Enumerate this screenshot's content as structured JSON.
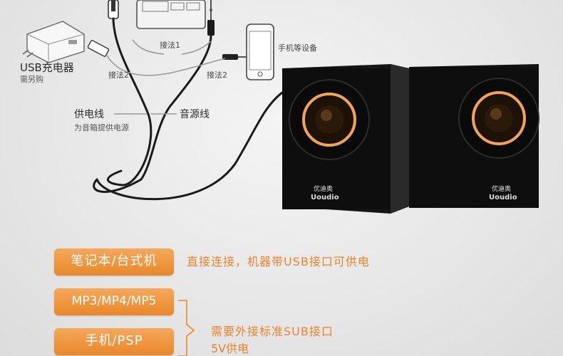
{
  "labels": {
    "usb_charger": "USB充电器",
    "usb_charger_note": "需另购",
    "method1": "接法1",
    "method2_left": "接法2",
    "method2_right": "接法2",
    "phone_devices": "手机等设备",
    "power_cable": "供电线",
    "power_cable_note": "为音箱提供电源",
    "audio_cable": "音源线"
  },
  "speaker": {
    "brand_cn": "优迪奥",
    "brand_en": "Uoudio"
  },
  "options": [
    {
      "label": "笔记本/台式机",
      "description": "直接连接，机器带USB接口可供电"
    },
    {
      "label": "MP3/MP4/MP5"
    },
    {
      "label": "手机/PSP"
    }
  ],
  "shared_note": {
    "line1": "需要外接标准SUB接口",
    "line2": "5V供电"
  },
  "colors": {
    "accent_orange": "#e9872a",
    "speaker_body": "#111111",
    "driver_glow": "#f2a35a"
  }
}
